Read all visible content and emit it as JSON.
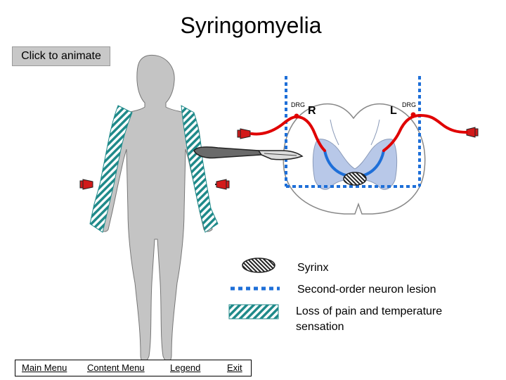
{
  "title": "Syringomyelia",
  "animate_button": "Click to animate",
  "cord_labels": {
    "right": "R",
    "left": "L",
    "drg_right": "DRG",
    "drg_left": "DRG"
  },
  "legend": {
    "syrinx": "Syrinx",
    "second_order": "Second-order neuron lesion",
    "loss_line1": "Loss of pain and temperature",
    "loss_line2": "sensation"
  },
  "nav": {
    "main_menu": "Main Menu",
    "content_menu": "Content Menu",
    "legend": "Legend",
    "exit": "Exit"
  },
  "colors": {
    "pathway_red": "#e00000",
    "lesion_blue": "#1e6fd8",
    "hatch_teal": "#1f8a8a",
    "body_gray": "#c4c4c4",
    "grey_matter": "#b8c8e8"
  }
}
